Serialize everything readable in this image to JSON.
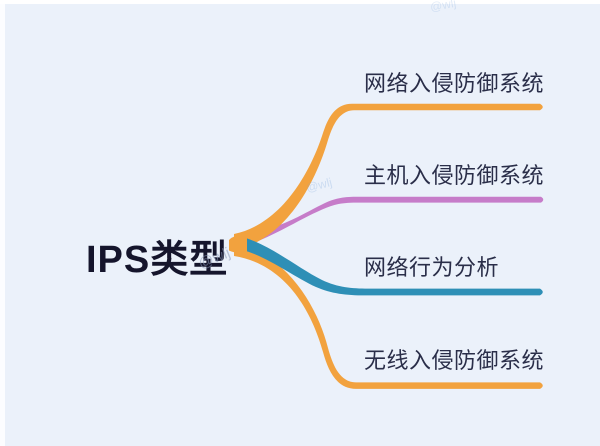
{
  "page": {
    "background_color": "#EBF1FA",
    "type_label": "mindmap"
  },
  "mindmap": {
    "root": {
      "label": "IPS类型",
      "text_color": "#15152C"
    },
    "label_text_color": "#2A2E49",
    "trunk_color": "#F2A23E",
    "branches": [
      {
        "label": "网络入侵防御系统",
        "color": "#F2A23E"
      },
      {
        "label": "主机入侵防御系统",
        "color": "#C67CC9"
      },
      {
        "label": "网络行为分析",
        "color": "#2E8FB6"
      },
      {
        "label": "无线入侵防御系统",
        "color": "#F2A23E"
      }
    ]
  },
  "watermarks": [
    {
      "text": "@wlj"
    },
    {
      "text": "@wlj"
    },
    {
      "text": "@wlj"
    }
  ]
}
